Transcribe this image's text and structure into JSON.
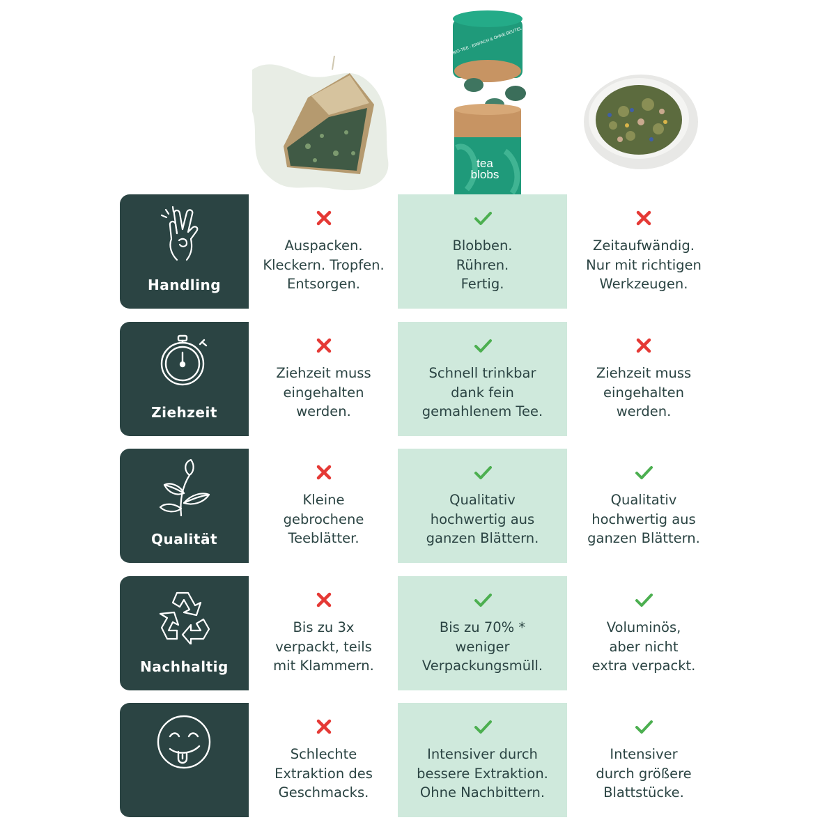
{
  "product": {
    "brand_line1": "tea",
    "brand_line2": "blobs",
    "lid_text": "BIO-TEE - EINFACH & OHNE BEUTEL"
  },
  "rows": [
    {
      "label": "Handling",
      "icon": "fingers-crossed-icon",
      "teabag": {
        "status": "bad",
        "text": "Auspacken.\nKleckern. Tropfen.\nEntsorgen."
      },
      "teablobs": {
        "status": "good",
        "text": "Blobben.\nRühren.\nFertig."
      },
      "loose": {
        "status": "bad",
        "text": "Zeitaufwändig.\nNur mit richtigen\nWerkzeugen."
      }
    },
    {
      "label": "Ziehzeit",
      "icon": "stopwatch-icon",
      "teabag": {
        "status": "bad",
        "text": "Ziehzeit muss\neingehalten\nwerden."
      },
      "teablobs": {
        "status": "good",
        "text": "Schnell trinkbar\ndank fein\ngemahlenem Tee."
      },
      "loose": {
        "status": "bad",
        "text": "Ziehzeit muss\neingehalten\nwerden."
      }
    },
    {
      "label": "Qualität",
      "icon": "tea-plant-icon",
      "teabag": {
        "status": "bad",
        "text": "Kleine\ngebrochene\nTeeblätter."
      },
      "teablobs": {
        "status": "good",
        "text": "Qualitativ\nhochwertig aus\nganzen Blättern."
      },
      "loose": {
        "status": "good",
        "text": "Qualitativ\nhochwertig aus\nganzen Blättern."
      }
    },
    {
      "label": "Nachhaltig",
      "icon": "recycle-icon",
      "teabag": {
        "status": "bad",
        "text": "Bis zu 3x\nverpackt, teils\nmit Klammern."
      },
      "teablobs": {
        "status": "good",
        "text": "Bis zu 70% *\nweniger\nVerpackungsmüll."
      },
      "loose": {
        "status": "good",
        "text": "Voluminös,\naber nicht\nextra verpackt."
      }
    },
    {
      "label": "",
      "icon": "smiley-tongue-icon",
      "teabag": {
        "status": "bad",
        "text": "Schlechte\nExtraktion des\nGeschmacks."
      },
      "teablobs": {
        "status": "good",
        "text": "Intensiver durch\nbessere Extraktion.\nOhne Nachbittern."
      },
      "loose": {
        "status": "good",
        "text": "Intensiver\ndurch größere\nBlattstücke."
      }
    }
  ],
  "colors": {
    "label_bg": "#2b4443",
    "highlight_bg": "#cfe9dc",
    "good": "#4caf50",
    "bad": "#e53935",
    "text": "#2b4443"
  }
}
